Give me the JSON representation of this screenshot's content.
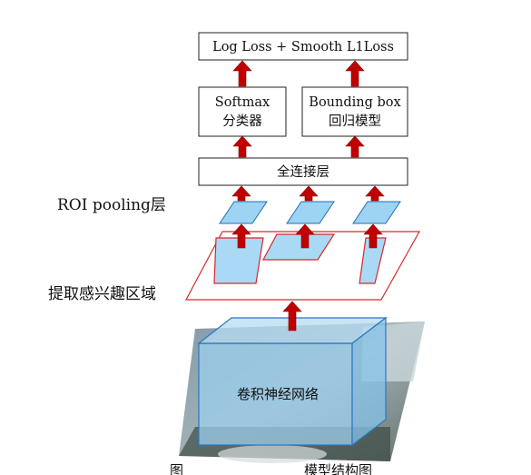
{
  "diagram": {
    "loss_box": "Log Loss + Smooth L1Loss",
    "softmax_box": {
      "line1": "Softmax",
      "line2": "分类器"
    },
    "bbox_box": {
      "line1": "Bounding box",
      "line2": "回归模型"
    },
    "fc_box": "全连接层",
    "label_roi_pooling": "ROI pooling层",
    "label_roi_region": "提取感兴趣区域",
    "cnn_label": "卷积神经网络",
    "caption_partial": "图",
    "caption_partial_2": "模型结构图"
  },
  "colors": {
    "arrow": "#c00000",
    "roi_outline": "#d42a2a",
    "pooled_fill": "#9dd3f3",
    "pooled_stroke": "#1f6fb5",
    "cnn_fill": "#9ccfee"
  }
}
